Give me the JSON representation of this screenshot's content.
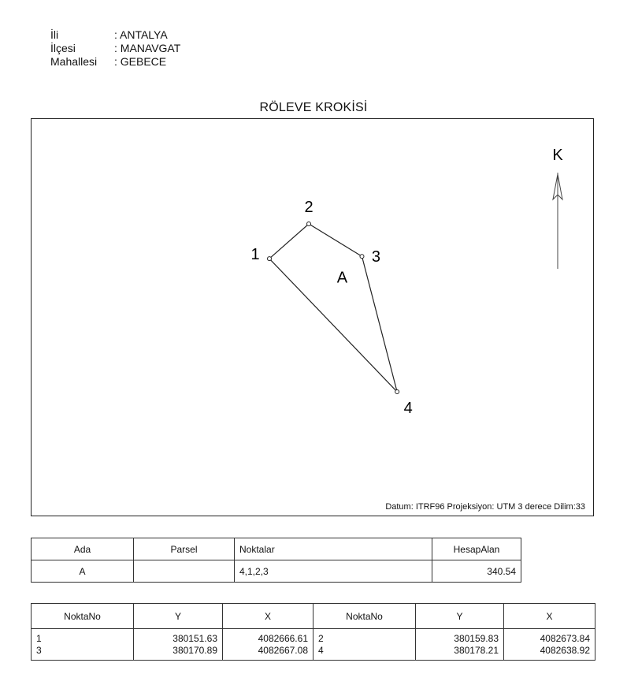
{
  "header": {
    "rows": [
      {
        "label": "İli",
        "value": ": ANTALYA"
      },
      {
        "label": "İlçesi",
        "value": ": MANAVGAT"
      },
      {
        "label": "Mahallesi",
        "value": ": GEBECE"
      }
    ]
  },
  "title": "RÖLEVE KROKİSİ",
  "sketch": {
    "north_label": "K",
    "parcel_label": "A",
    "points": [
      {
        "no": "1",
        "y": 380151.63,
        "x": 4082666.61
      },
      {
        "no": "2",
        "y": 380159.83,
        "x": 4082673.84
      },
      {
        "no": "3",
        "y": 380170.89,
        "x": 4082667.08
      },
      {
        "no": "4",
        "y": 380178.21,
        "x": 4082638.92
      }
    ],
    "point_order": [
      "1",
      "2",
      "3",
      "4"
    ],
    "datum_text": "Datum: ITRF96 Projeksiyon: UTM 3 derece Dilim:33"
  },
  "parcel_table": {
    "headers": {
      "ada": "Ada",
      "parsel": "Parsel",
      "noktalar": "Noktalar",
      "alan": "HesapAlan"
    },
    "row": {
      "ada": "A",
      "parsel": "",
      "noktalar": "4,1,2,3",
      "alan": "340.54"
    }
  },
  "coord_table": {
    "headers": [
      "NoktaNo",
      "Y",
      "X",
      "NoktaNo",
      "Y",
      "X"
    ],
    "left": [
      {
        "no": "1",
        "y": "380151.63",
        "x": "4082666.61"
      },
      {
        "no": "3",
        "y": "380170.89",
        "x": "4082667.08"
      }
    ],
    "right": [
      {
        "no": "2",
        "y": "380159.83",
        "x": "4082673.84"
      },
      {
        "no": "4",
        "y": "380178.21",
        "x": "4082638.92"
      }
    ]
  }
}
